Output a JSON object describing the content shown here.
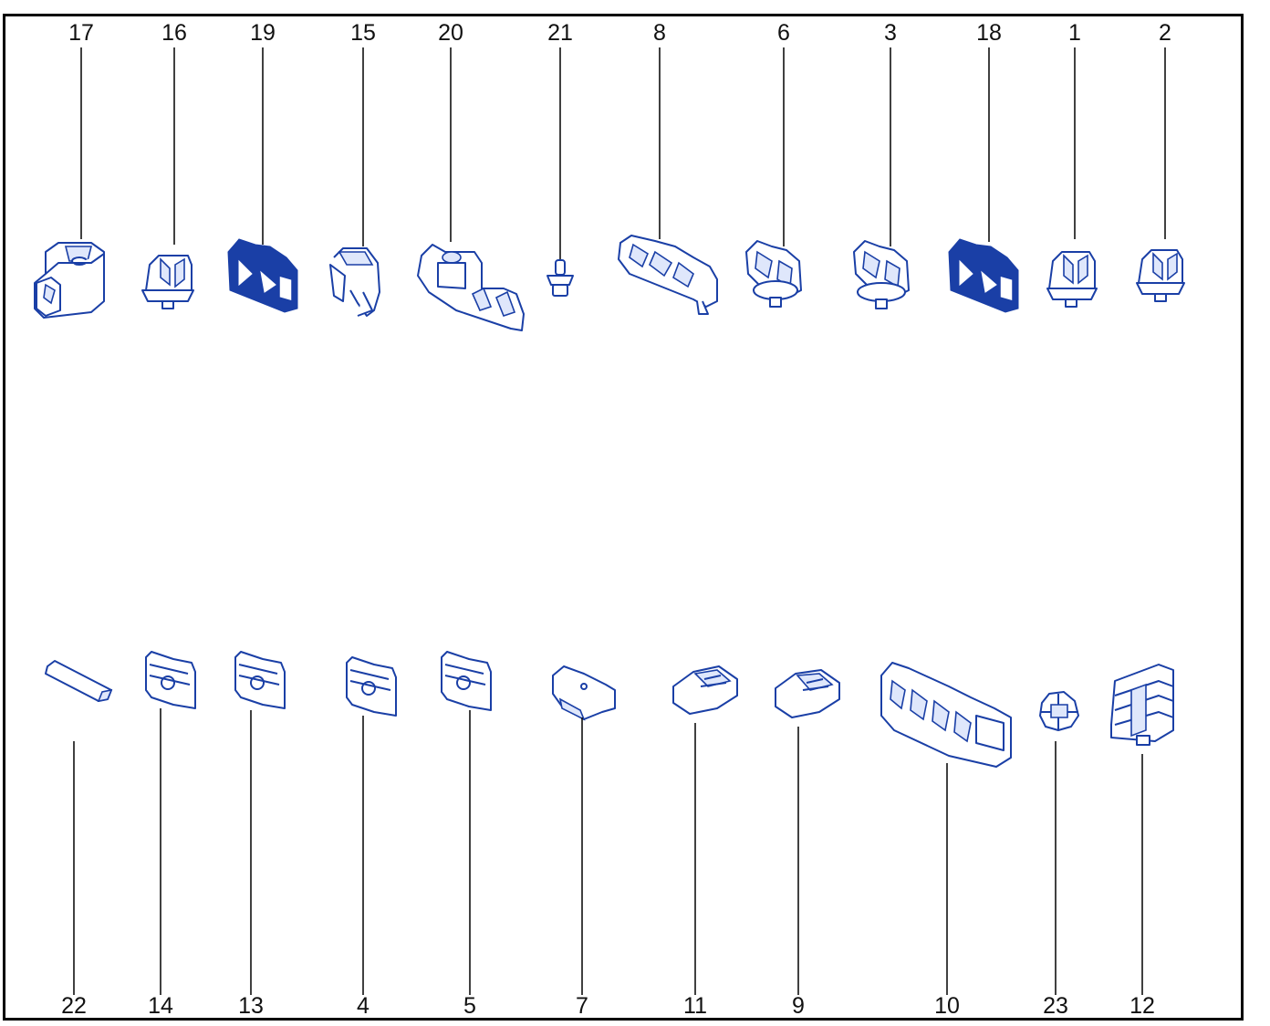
{
  "top_row": {
    "labels": [
      "17",
      "16",
      "19",
      "15",
      "20",
      "21",
      "8",
      "6",
      "3",
      "18",
      "1",
      "2"
    ]
  },
  "bottom_row": {
    "labels": [
      "22",
      "14",
      "13",
      "4",
      "5",
      "7",
      "11",
      "9",
      "10",
      "23",
      "12"
    ]
  },
  "colors": {
    "part_outline": "#1a3fa6",
    "part_fill": "#dfe7fb",
    "leader_line": "#111111",
    "frame": "#000000"
  }
}
